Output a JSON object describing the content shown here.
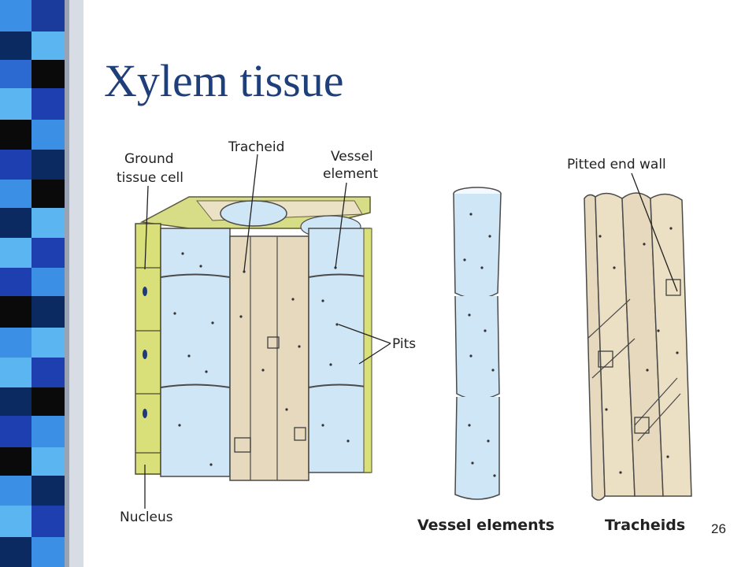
{
  "slide": {
    "title": "Xylem tissue",
    "number": "26"
  },
  "diagram": {
    "labels": {
      "ground_tissue_cell_line1": "Ground",
      "ground_tissue_cell_line2": "tissue cell",
      "tracheid": "Tracheid",
      "vessel_element_line1": "Vessel",
      "vessel_element_line2": "element",
      "pitted_end_wall": "Pitted end wall",
      "pits": "Pits",
      "nucleus": "Nucleus"
    },
    "captions": {
      "vessel_elements": "Vessel elements",
      "tracheids": "Tracheids"
    }
  },
  "colors": {
    "title": "#1f3f7a",
    "vessel_fill": "#cfe6f7",
    "tracheid_fill": "#e6d9bd",
    "ground_cell_fill": "#d9e07a",
    "sidebar_blues": [
      "#1e3fb0",
      "#3a8fe0",
      "#0b2f6b",
      "#5bb7f2",
      "#0a0a0a",
      "#2a6fd6"
    ]
  }
}
